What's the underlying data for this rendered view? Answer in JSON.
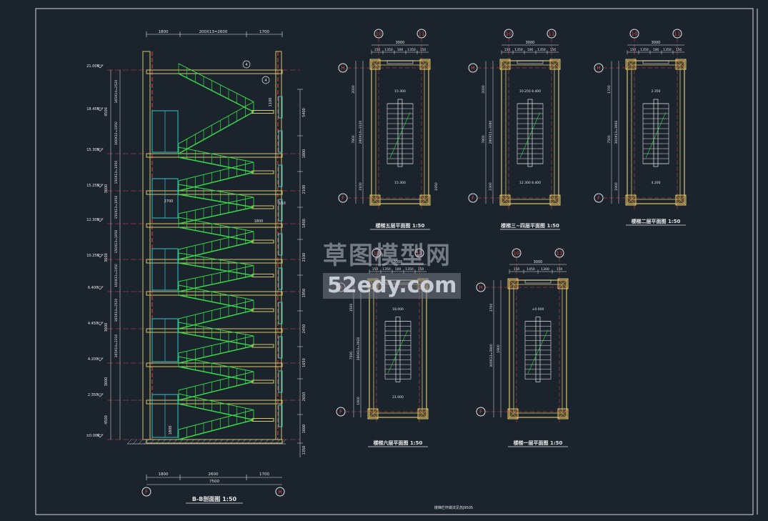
{
  "section": {
    "title": "B-B剖面图  1:50",
    "top_dims": [
      "1800",
      "200X13=2600",
      "1700"
    ],
    "bottom_dims": [
      "1800",
      "2600",
      "1700"
    ],
    "bottom_total": "7500",
    "axes": [
      "F",
      "H"
    ],
    "elevations": [
      "21.000",
      "18.450",
      "15.300",
      "15.250",
      "12.300",
      "10.250",
      "6.400",
      "4.450",
      "4.200",
      "2.350",
      "±0.000"
    ],
    "left_dims": [
      "4500",
      "3600",
      "3600",
      "3600",
      "3600",
      "4500"
    ],
    "flight_dims": [
      "165X14=2520",
      "160X12=1950",
      "150X13=1950",
      "150X13=1950",
      "150X13=1950",
      "160X13=2450",
      "165X14=2520",
      "165X14=2310"
    ],
    "right_dims": [
      "5400",
      "1800",
      "2100",
      "1800",
      "2100",
      "1950",
      "2450",
      "1650",
      "2650",
      "1600",
      "1350"
    ],
    "notes": [
      "1100",
      "2700",
      "1800",
      "150",
      "1800"
    ],
    "callout": "4"
  },
  "plans": [
    {
      "title": "楼梯五层平面图  1:50",
      "axes_top": [
        "10",
        "11"
      ],
      "axes_side": [
        "H",
        "F"
      ],
      "dim_total": "3000",
      "dims": [
        "150",
        "1350",
        "100",
        "1350",
        "150"
      ],
      "side_dims": [
        "2000",
        "7800",
        "280X14=3120",
        "2100",
        "1950"
      ],
      "levels": [
        "15.300",
        "15.300"
      ]
    },
    {
      "title": "楼梯三~四层平面图  1:50",
      "axes_top": [
        "10",
        "11"
      ],
      "axes_side": [
        "H",
        "F"
      ],
      "dim_total": "3000",
      "dims": [
        "150",
        "1350",
        "100",
        "1350",
        "150"
      ],
      "side_dims": [
        "2000",
        "7800",
        "280X11=3080",
        "2300"
      ],
      "levels": [
        "10.250\n8.400",
        "12.300\n8.400"
      ]
    },
    {
      "title": "楼梯二层平面图  1:50",
      "axes_top": [
        "10",
        "11"
      ],
      "axes_side": [
        "H",
        "F"
      ],
      "dim_total": "3000",
      "dims": [
        "150",
        "1350",
        "100",
        "1350",
        "150"
      ],
      "side_dims": [
        "1700",
        "7500",
        "300X13=3900",
        "1900"
      ],
      "levels": [
        "2.350",
        "4.200"
      ]
    },
    {
      "title": "楼梯六层平面图  1:50",
      "axes_top": [
        "10",
        "11"
      ],
      "axes_side": [
        "H",
        "F"
      ],
      "dim_total": "3000",
      "dims": [
        "150",
        "1350",
        "100",
        "1350",
        "150"
      ],
      "side_dims": [
        "1500",
        "7500",
        "280X14=3920",
        "1900"
      ],
      "levels": [
        "18.000",
        "21.000"
      ]
    },
    {
      "title": "楼梯一层平面图  1:50",
      "axes_top": [
        "10",
        "11"
      ],
      "axes_side": [
        "H",
        "F"
      ],
      "dim_total": "3000",
      "dims": [
        "150",
        "1450",
        "1300",
        "150"
      ],
      "side_dims": [
        "1700",
        "300X13=3900",
        "1900"
      ],
      "levels": [
        "±0.000"
      ]
    }
  ],
  "footnote": "楼梯栏杆做法见苏J9505",
  "watermark": {
    "line1": "草图模型网",
    "line2": "52edy.com"
  },
  "colors": {
    "background": "#1b232c",
    "wall": "#d9c46a",
    "stair": "#38d74a",
    "dim": "#35c1c8",
    "axis": "#e2484a",
    "text": "#e6e6e6"
  }
}
